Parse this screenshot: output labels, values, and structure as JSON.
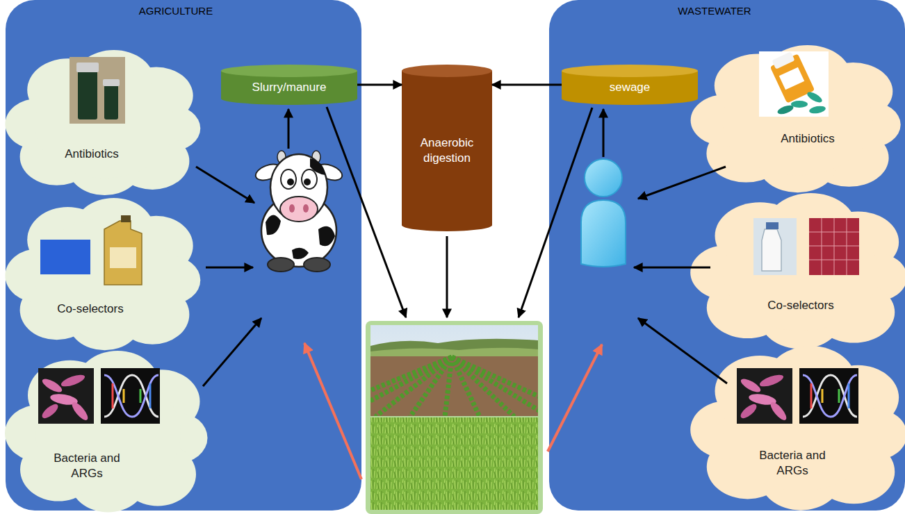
{
  "diagram": {
    "nodes": [
      {
        "text": [
          "AGRICULTURE"
        ]
      },
      {
        "text": [
          "Antibiotics"
        ],
        "in": 0
      },
      {
        "text": [
          "Co-selectors"
        ],
        "in": 0
      },
      {
        "text": [
          "Bacteria and ARGs"
        ],
        "in": 0
      },
      {
        "text": [
          "Slurry/manure"
        ],
        "in": 0
      },
      {
        "text": [
          "Anaerobic digestion"
        ]
      },
      {
        "text": [
          "WASTEWATER"
        ]
      },
      {
        "text": [
          "sewage"
        ],
        "in": 6
      },
      {
        "text": [
          "Antibiotics"
        ],
        "in": 6
      },
      {
        "text": [
          "Co-selectors"
        ],
        "in": 6
      },
      {
        "text": [
          "Bacteria and ARGs"
        ],
        "in": 6
      }
    ],
    "edges": [
      {
        "from": 4,
        "to": 5,
        "arrow": "to"
      },
      {
        "from": 7,
        "to": 5,
        "arrow": "to"
      }
    ]
  }
}
